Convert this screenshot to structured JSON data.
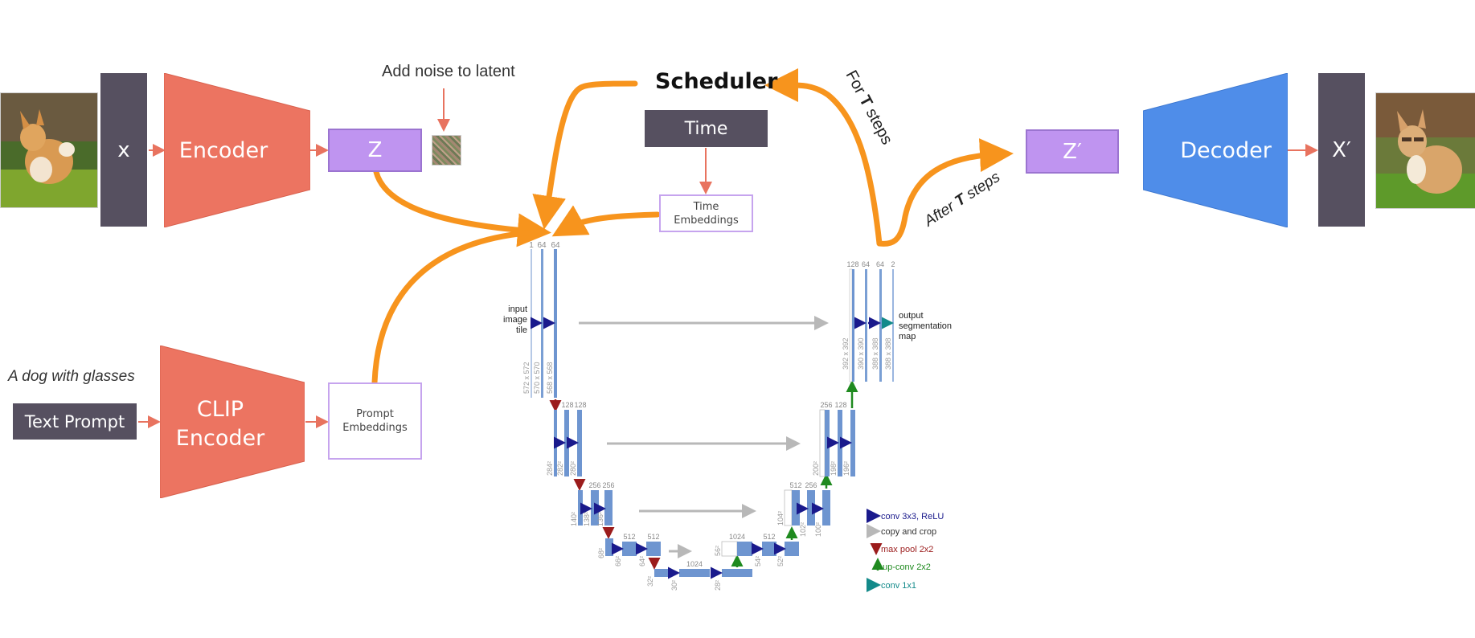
{
  "input": {
    "image_alt": "corgi photo",
    "x_label": "x",
    "encoder_label": "Encoder",
    "latent_label": "Z",
    "noise_label": "Add noise to latent"
  },
  "text": {
    "prompt_example": "A dog with glasses",
    "prompt_box": "Text Prompt",
    "clip_line1": "CLIP",
    "clip_line2": "Encoder",
    "prompt_emb_line1": "Prompt",
    "prompt_emb_line2": "Embeddings"
  },
  "scheduler": {
    "title": "Scheduler",
    "time_label": "Time",
    "time_emb_line1": "Time",
    "time_emb_line2": "Embeddings",
    "loop_label_prefix": "For ",
    "loop_label_bold": "T",
    "loop_label_suffix": " steps",
    "after_label_prefix": "After ",
    "after_label_bold": "T",
    "after_label_suffix": " steps"
  },
  "output": {
    "latent_label": "Z′",
    "decoder_label": "Decoder",
    "x_label": "X′",
    "image_alt": "dog with sunglasses photo"
  },
  "unet": {
    "input_label": [
      "input",
      "image",
      "tile"
    ],
    "output_label": [
      "output",
      "segmentation",
      "map"
    ],
    "level1_channels": [
      "1",
      "64",
      "64"
    ],
    "level1_sizes": [
      "572 x 572",
      "570 x 570",
      "568 x 568"
    ],
    "level2_channels": [
      "128",
      "128"
    ],
    "level2_sizes": [
      "284²",
      "282²",
      "280²"
    ],
    "level3_channels": [
      "256",
      "256"
    ],
    "level3_sizes": [
      "140²",
      "138²",
      "136²"
    ],
    "level4_channels": [
      "512",
      "512"
    ],
    "level4_sizes": [
      "68²",
      "66²",
      "64²"
    ],
    "bottom_channels": [
      "1024"
    ],
    "bottom_sizes": [
      "32²",
      "30²",
      "28²"
    ],
    "up4_channels": [
      "1024",
      "512"
    ],
    "up4_sizes": [
      "56²",
      "54²",
      "52²"
    ],
    "up3_channels": [
      "512",
      "256"
    ],
    "up3_sizes": [
      "104²",
      "102²",
      "100²"
    ],
    "up2_channels": [
      "256",
      "128"
    ],
    "up2_sizes": [
      "200²",
      "198²",
      "196²"
    ],
    "up1_channels": [
      "128",
      "64",
      "64",
      "2"
    ],
    "up1_sizes": [
      "392 x 392",
      "390 x 390",
      "388 x 388",
      "388 x 388"
    ],
    "legend": [
      {
        "label": "conv 3x3, ReLU",
        "color": "#1a1a8c",
        "icon": "arrow-right"
      },
      {
        "label": "copy and crop",
        "color": "#333333",
        "icon": "arrow-right-gray"
      },
      {
        "label": "max pool 2x2",
        "color": "#9b1c1c",
        "icon": "arrow-down"
      },
      {
        "label": "up-conv 2x2",
        "color": "#1f8a1f",
        "icon": "arrow-up"
      },
      {
        "label": "conv 1x1",
        "color": "#138a8a",
        "icon": "arrow-right-teal"
      }
    ]
  },
  "colors": {
    "encoder": "#ec7461",
    "decoder": "#4f8de9",
    "latent": "#bf94f0",
    "dark_box": "#565060",
    "flow_arrow": "#f7941d",
    "thin_arrow": "#e8735f"
  }
}
